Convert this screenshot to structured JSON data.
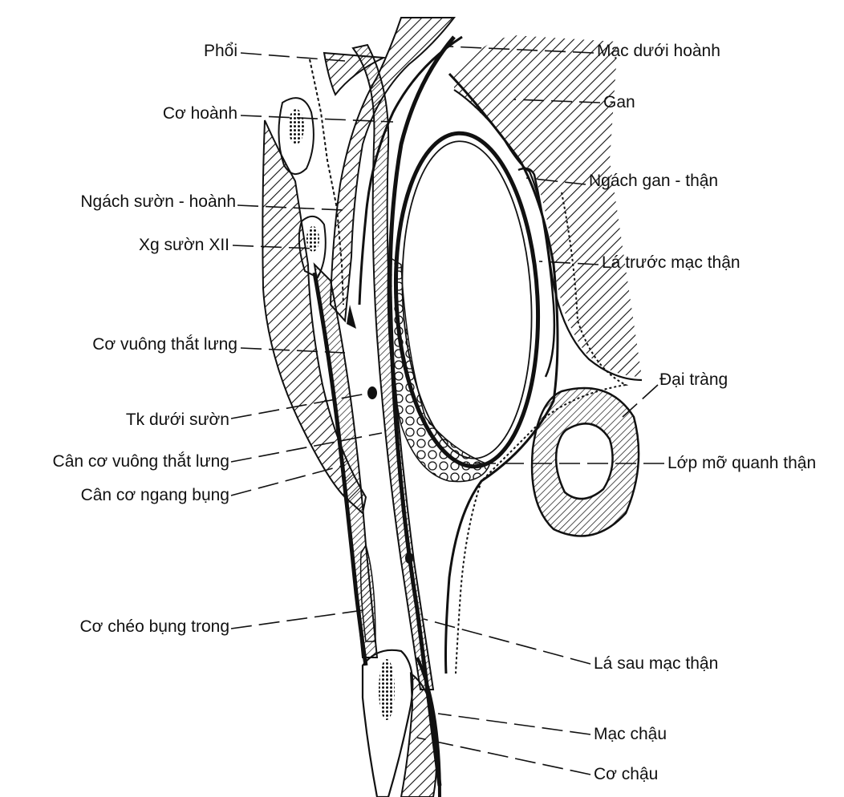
{
  "labels": {
    "phoi": "Phổi",
    "co_hoanh": "Cơ hoành",
    "ngach_suon_hoanh": "Ngách sườn -  hoành",
    "xg_suon_xii": "Xg sườn XII",
    "co_vuong_that_lung": "Cơ vuông thắt lưng",
    "tk_duoi_suon": "Tk dưới sườn",
    "can_co_vuong_that_lung": "Cân cơ vuông thắt lưng",
    "can_co_ngang_bung": "Cân cơ ngang bụng",
    "co_cheo_bung_trong": "Cơ chéo bụng trong",
    "mac_duoi_hoanh": "Mạc dưới hoành",
    "gan": "Gan",
    "ngach_gan_than": "Ngách gan - thận",
    "la_truoc_mac_than": "Lá trước mạc thận",
    "dai_trang": "Đại tràng",
    "lop_mo_quanh_than": "Lớp mỡ quanh thận",
    "la_sau_mac_than": "Lá sau mạc thận",
    "mac_chau": "Mạc chậu",
    "co_chau": "Cơ chậu"
  },
  "colors": {
    "ink": "#111111",
    "paper": "#ffffff"
  }
}
